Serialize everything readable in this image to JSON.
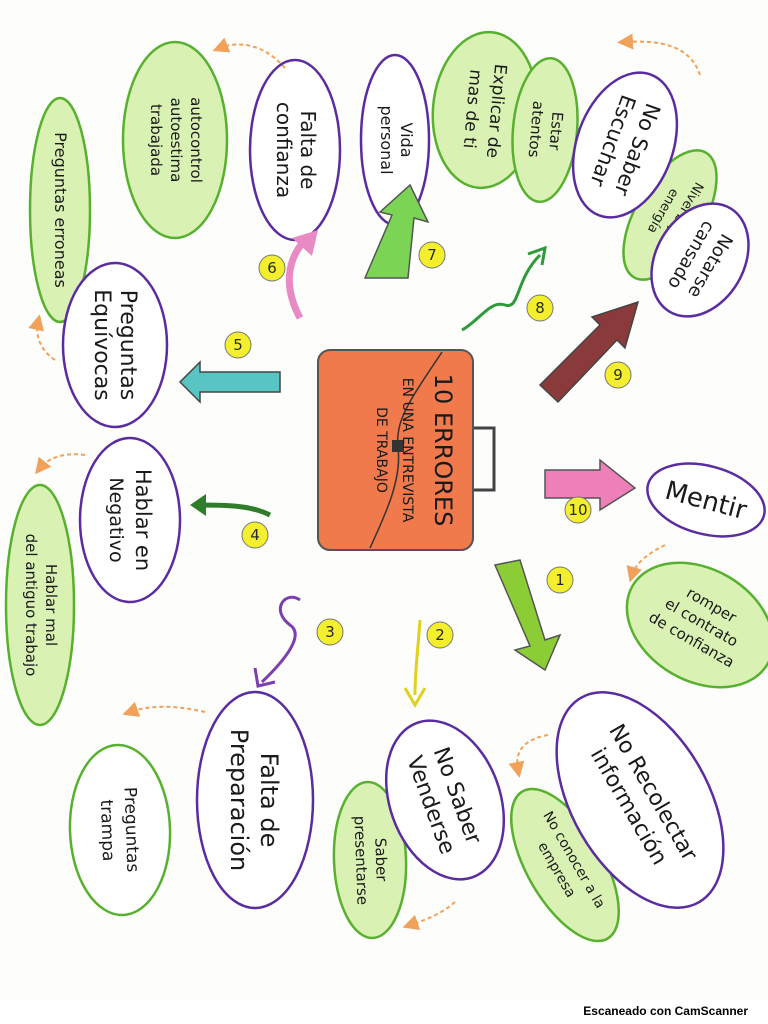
{
  "central": {
    "lines": [
      "10 ERRORES",
      "EN UNA ENTREVISTA",
      "DE TRABAJO"
    ],
    "color": "#f07a4c"
  },
  "errors": [
    {
      "number": "1",
      "lines": [
        "No Recolectar",
        "información"
      ]
    },
    {
      "number": "2",
      "lines": [
        "No Saber",
        "Venderse"
      ]
    },
    {
      "number": "3",
      "lines": [
        "Falta de",
        "Preparación"
      ]
    },
    {
      "number": "4",
      "lines": [
        "Hablar en",
        "Negativo"
      ]
    },
    {
      "number": "5",
      "lines": [
        "Preguntas",
        "Equívocas"
      ]
    },
    {
      "number": "6",
      "lines": [
        "Falta de",
        "confianza"
      ]
    },
    {
      "number": "7",
      "lines": [
        "Vida",
        "personal"
      ]
    },
    {
      "number": "8",
      "lines": [
        "No Saber",
        "Escuchar"
      ]
    },
    {
      "number": "9",
      "lines": [
        "Notarse",
        "cansado"
      ]
    },
    {
      "number": "10",
      "lines": [
        "Mentir"
      ]
    }
  ],
  "details": [
    {
      "lines": [
        "No conocer a la",
        "empresa"
      ]
    },
    {
      "lines": [
        "Saber",
        "presentarse"
      ]
    },
    {
      "lines": [
        "Preguntas",
        "trampa"
      ]
    },
    {
      "lines": [
        "Hablar mal",
        "del antiguo trabajo"
      ]
    },
    {
      "lines": [
        "Preguntas erroneas"
      ]
    },
    {
      "lines": [
        "autocontrol",
        "autoestima",
        "trabajada"
      ]
    },
    {
      "lines": [
        "Explicar de",
        "mas de ti"
      ]
    },
    {
      "lines": [
        "Estar",
        "atentos"
      ]
    },
    {
      "lines": [
        "Nivel bajo de",
        "energía"
      ]
    },
    {
      "lines": [
        "romper",
        "el contrato",
        "de confianza"
      ]
    }
  ],
  "colors": {
    "purple_border": "#5b2ca0",
    "green_border": "#58b02f",
    "green_fill": "#d9f2b4",
    "number_circle": "#f3ef2d",
    "connector": "#f0a15a"
  },
  "footer": "Escaneado con CamScanner"
}
